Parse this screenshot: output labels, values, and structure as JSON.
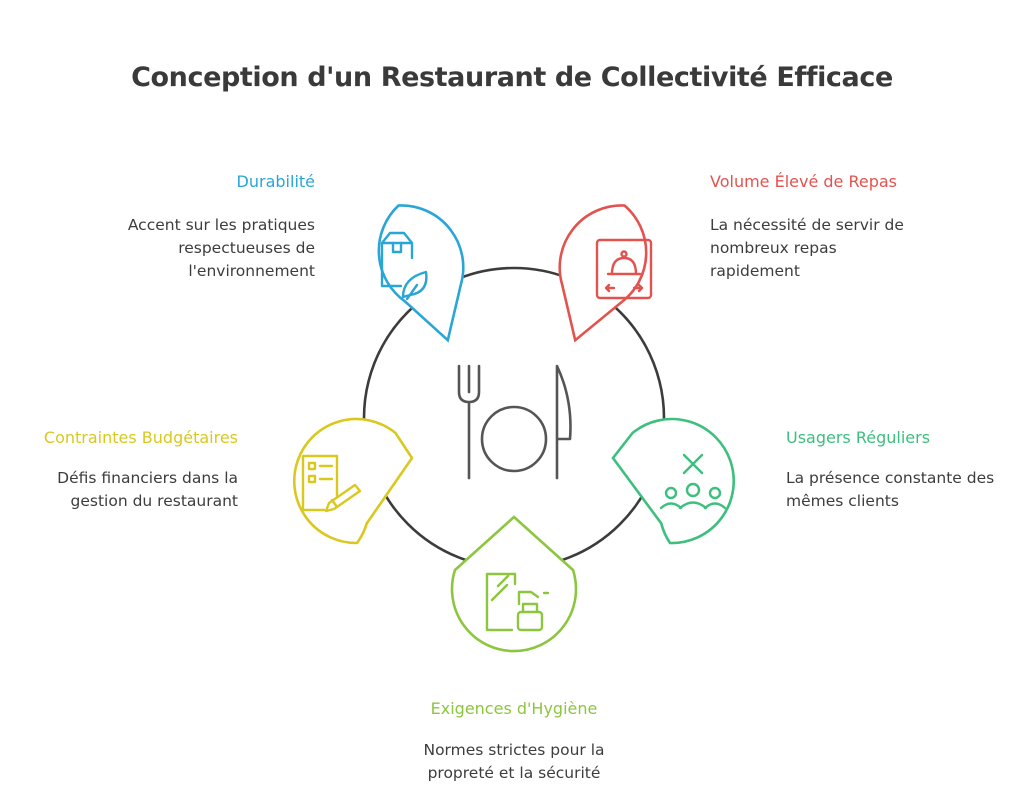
{
  "title": "Conception d'un Restaurant de Collectivité Efficace",
  "center": {
    "icon": "fork-knife-plate-icon"
  },
  "items": [
    {
      "label": "Durabilité",
      "description": "Accent sur les pratiques respectueuses de l'environnement",
      "color": "#2aa6d6",
      "icon": "box-leaf-icon"
    },
    {
      "label": "Volume Élevé de Repas",
      "description": "La nécessité de servir de nombreux repas rapidement",
      "color": "#e2534f",
      "icon": "cloche-platter-icon"
    },
    {
      "label": "Usagers Réguliers",
      "description": "La présence constante des mêmes clients",
      "color": "#3dbf7e",
      "icon": "group-users-icon"
    },
    {
      "label": "Exigences d'Hygiène",
      "description": "Normes strictes pour la propreté et la sécurité",
      "color": "#8cc63e",
      "icon": "cleaning-spray-icon"
    },
    {
      "label": "Contraintes Budgétaires",
      "description": "Défis financiers dans la gestion du restaurant",
      "color": "#d9c91f",
      "icon": "checklist-pencil-icon"
    }
  ]
}
